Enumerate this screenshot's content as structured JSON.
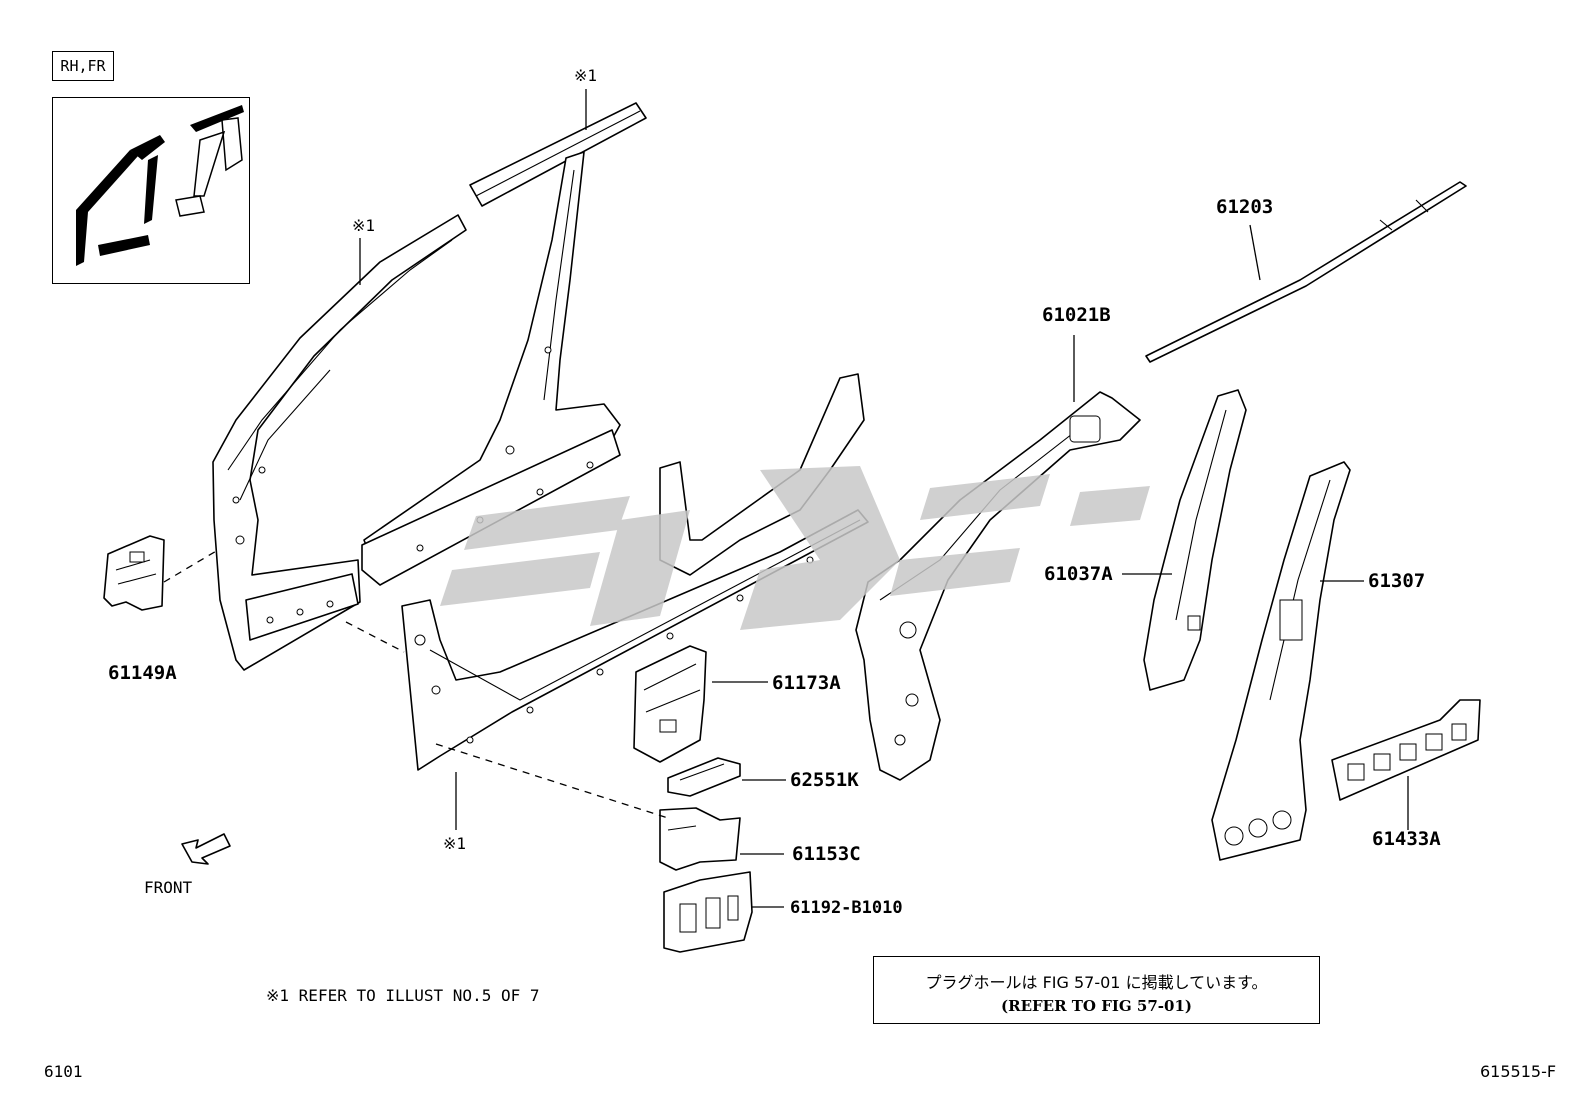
{
  "view_tag": "RH,FR",
  "parts": [
    {
      "key": "p61203",
      "number": "61203"
    },
    {
      "key": "p61021b",
      "number": "61021B"
    },
    {
      "key": "p61037a",
      "number": "61037A"
    },
    {
      "key": "p61307",
      "number": "61307"
    },
    {
      "key": "p61433a",
      "number": "61433A"
    },
    {
      "key": "p61149a",
      "number": "61149A"
    },
    {
      "key": "p61173a",
      "number": "61173A"
    },
    {
      "key": "p62551k",
      "number": "62551K"
    },
    {
      "key": "p61153c",
      "number": "61153C"
    },
    {
      "key": "p61192",
      "number": "61192-B1010"
    }
  ],
  "ref_marks": [
    "※1",
    "※1",
    "※1"
  ],
  "direction": "FRONT",
  "footnote": "※1  REFER TO ILLUST NO.5 OF 7",
  "note": {
    "jp": "プラグホールは FIG 57-01 に掲載しています。",
    "en": "(REFER TO FIG 57-01)"
  },
  "page_left": "6101",
  "page_right": "615515-F",
  "colors": {
    "line": "#000000",
    "background": "#ffffff",
    "watermark": "#c8c8c8"
  }
}
